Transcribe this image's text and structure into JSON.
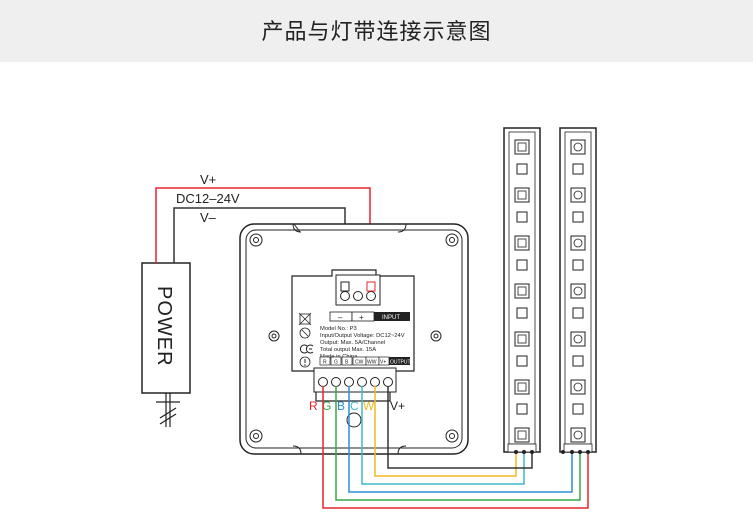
{
  "header": {
    "title": "产品与灯带连接示意图"
  },
  "power": {
    "label": "POWER",
    "v_plus": "V+",
    "voltage": "DC12–24V",
    "v_minus": "V–"
  },
  "panel": {
    "input_minus": "–",
    "input_plus": "+",
    "input_label": "INPUT",
    "specs": [
      "Model No.: P3",
      "Input/Output Voltage: DC12~24V",
      "Output: Max. 5A/Channel",
      "Total output Max. 15A",
      "Made in China"
    ],
    "output_terms": [
      "R",
      "G",
      "B",
      "CW",
      "WW",
      "V+"
    ],
    "output_label": "OUTPUT"
  },
  "channels": {
    "r": "R",
    "g": "G",
    "b": "B",
    "c": "C",
    "w": "W",
    "vplus": "V+"
  },
  "colors": {
    "red": "#e8232a",
    "green": "#33a84a",
    "blue": "#2a8fd6",
    "cyan": "#3db9c9",
    "yellow": "#f2b823",
    "black": "#333333"
  }
}
